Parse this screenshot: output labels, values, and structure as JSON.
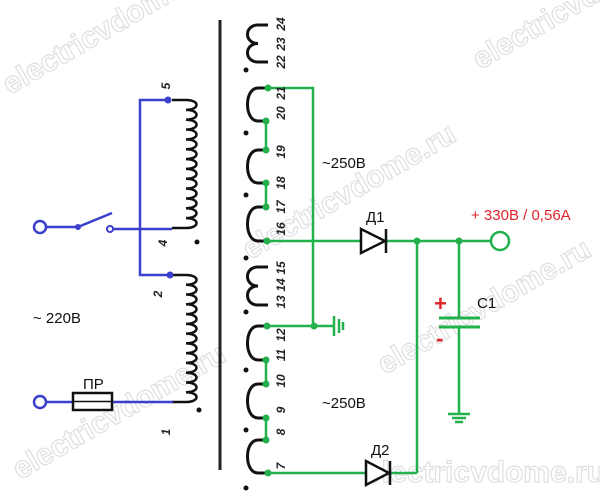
{
  "labels": {
    "input_voltage": "~ 220В",
    "fuse": "ПР",
    "upper_secondary_voltage": "~250В",
    "lower_secondary_voltage": "~250В",
    "diode1": "Д1",
    "diode2": "Д2",
    "capacitor": "C1",
    "cap_plus": "+",
    "cap_minus": "-",
    "output": "+ 330В  / 0,56А"
  },
  "primary_pins": [
    "5",
    "4",
    "2",
    "1"
  ],
  "secondary_pins": [
    "24",
    "23",
    "22",
    "21",
    "20",
    "19",
    "18",
    "17",
    "16",
    "15",
    "14",
    "13",
    "12",
    "11",
    "10",
    "9",
    "8",
    "7"
  ],
  "watermark": "electricvdome.ru",
  "colors": {
    "primary_wire": "#3a3fcc",
    "secondary_wire": "#22b14c",
    "winding": "#111111",
    "output_label": "#e0242a"
  }
}
